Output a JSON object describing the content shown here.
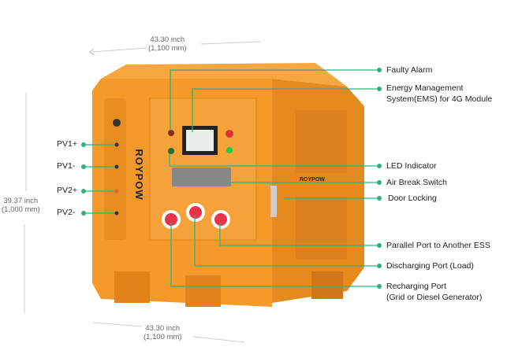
{
  "brand": "ROYPOW",
  "dimensions": {
    "top": {
      "inch": "43.30 inch",
      "mm": "(1,100 mm)"
    },
    "left": {
      "inch": "39.37 inch",
      "mm": "(1,000 mm)"
    },
    "bottom": {
      "inch": "43.30 inch",
      "mm": "(1,100 mm)"
    }
  },
  "pv_labels": [
    "PV1+",
    "PV1-",
    "PV2+",
    "PV2-"
  ],
  "callouts": [
    {
      "line1": "Faulty Alarm"
    },
    {
      "line1": "Energy Management",
      "line2": "System(EMS) for 4G Module"
    },
    {
      "line1": "LED Indicator"
    },
    {
      "line1": "Air Break Switch"
    },
    {
      "line1": "Door Locking"
    },
    {
      "line1": "Parallel Port to Another ESS"
    },
    {
      "line1": "Discharging Port (Load)"
    },
    {
      "line1": "Recharging Port",
      "line2": "(Grid or Diesel Generator)"
    }
  ],
  "colors": {
    "body": "#f39a2a",
    "accent": "#2db37a",
    "port": "#e8334a"
  }
}
